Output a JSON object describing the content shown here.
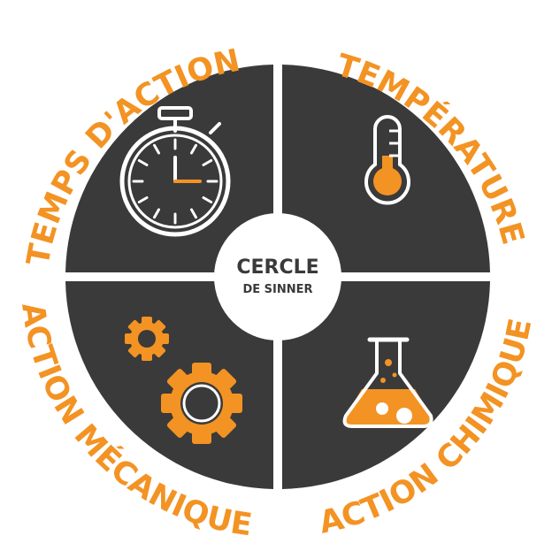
{
  "center": {
    "title": "CERCLE",
    "subtitle": "DE SINNER"
  },
  "quadrants": {
    "top_left": {
      "label": "TEMPS D'ACTION",
      "icon": "stopwatch-icon"
    },
    "top_right": {
      "label": "TEMPÉRATURE",
      "icon": "thermometer-icon"
    },
    "bottom_left": {
      "label": "ACTION MÉCANIQUE",
      "icon": "gears-icon"
    },
    "bottom_right": {
      "label": "ACTION CHIMIQUE",
      "icon": "flask-icon"
    }
  },
  "colors": {
    "accent": "#f39323",
    "quadrant": "#3a3a3a",
    "center": "#ffffff",
    "icon_outline": "#ffffff"
  }
}
